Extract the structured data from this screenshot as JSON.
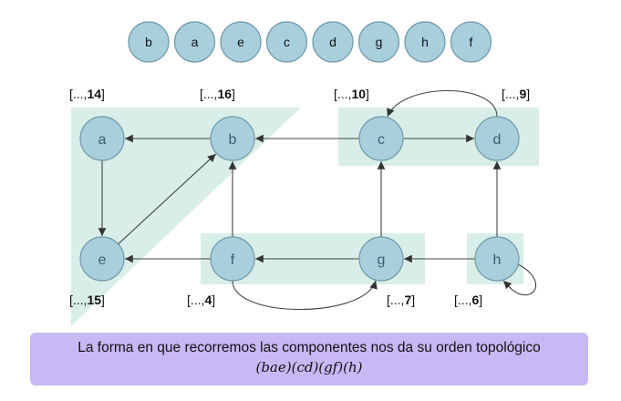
{
  "order_sequence": [
    "b",
    "a",
    "e",
    "c",
    "d",
    "g",
    "h",
    "f"
  ],
  "nodes": [
    {
      "id": "a",
      "label": "a",
      "finish": "14"
    },
    {
      "id": "b",
      "label": "b",
      "finish": "16"
    },
    {
      "id": "c",
      "label": "c",
      "finish": "10"
    },
    {
      "id": "d",
      "label": "d",
      "finish": "9"
    },
    {
      "id": "e",
      "label": "e",
      "finish": "15"
    },
    {
      "id": "f",
      "label": "f",
      "finish": "4"
    },
    {
      "id": "g",
      "label": "g",
      "finish": "7"
    },
    {
      "id": "h",
      "label": "h",
      "finish": "6"
    }
  ],
  "edges": [
    [
      "b",
      "a"
    ],
    [
      "a",
      "e"
    ],
    [
      "e",
      "b"
    ],
    [
      "f",
      "e"
    ],
    [
      "f",
      "b"
    ],
    [
      "c",
      "b"
    ],
    [
      "c",
      "d"
    ],
    [
      "d",
      "c"
    ],
    [
      "g",
      "c"
    ],
    [
      "g",
      "f"
    ],
    [
      "f",
      "g"
    ],
    [
      "h",
      "g"
    ],
    [
      "h",
      "d"
    ],
    [
      "h",
      "h"
    ]
  ],
  "components": [
    [
      "a",
      "b",
      "e"
    ],
    [
      "c",
      "d"
    ],
    [
      "f",
      "g"
    ],
    [
      "h"
    ]
  ],
  "colors": {
    "node_fill": "#a9cfdc",
    "node_stroke": "#6f98a8",
    "label": "#3e5d6a",
    "component_bg": "#d9eee8",
    "edge": "#444444",
    "caption_bg": "#c8b8f4"
  },
  "finish_prefix": "[...,",
  "finish_suffix": "]",
  "caption": {
    "line1": "La forma en que recorremos las componentes nos da su orden topológico",
    "line2": "(bae)(cd)(gf)(h)"
  }
}
